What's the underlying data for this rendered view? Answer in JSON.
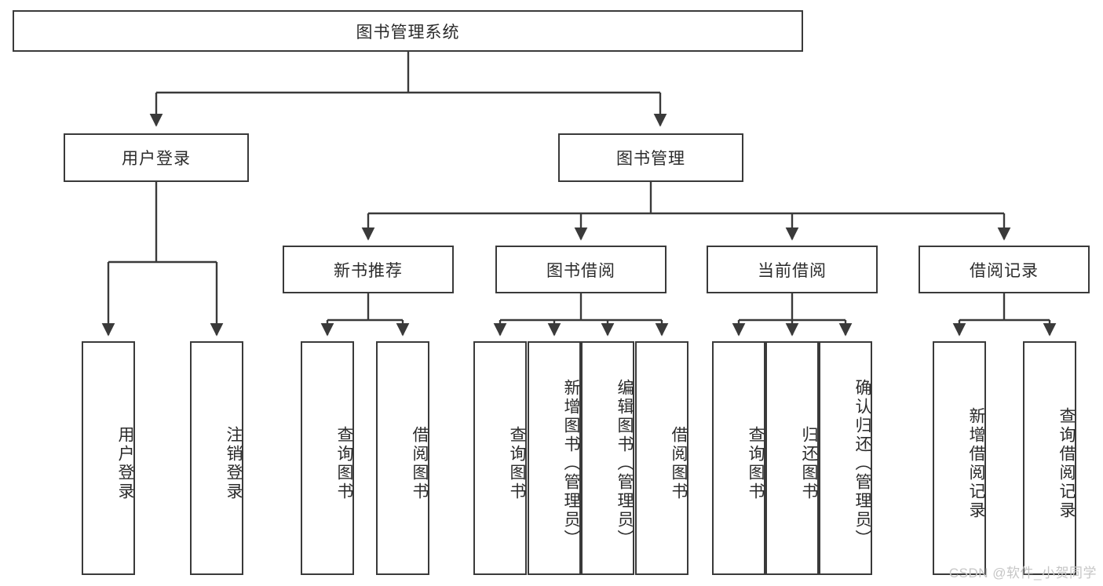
{
  "diagram": {
    "type": "tree",
    "title": "图书管理系统",
    "root": {
      "id": "root",
      "label": "图书管理系统"
    },
    "level1": [
      {
        "id": "user-login",
        "label": "用户登录"
      },
      {
        "id": "book-manage",
        "label": "图书管理"
      }
    ],
    "level2": [
      {
        "id": "new-book-rec",
        "label": "新书推荐",
        "parent": "book-manage"
      },
      {
        "id": "book-borrow",
        "label": "图书借阅",
        "parent": "book-manage"
      },
      {
        "id": "current-borrow",
        "label": "当前借阅",
        "parent": "book-manage"
      },
      {
        "id": "borrow-record",
        "label": "借阅记录",
        "parent": "book-manage"
      }
    ],
    "leaves": [
      {
        "id": "leaf-user-login",
        "label": "用户登录",
        "parent": "user-login"
      },
      {
        "id": "leaf-user-logout",
        "label": "注销登录",
        "parent": "user-login"
      },
      {
        "id": "leaf-query-book-1",
        "label": "查询图书",
        "parent": "new-book-rec"
      },
      {
        "id": "leaf-borrow-book-1",
        "label": "借阅图书",
        "parent": "new-book-rec"
      },
      {
        "id": "leaf-query-book-2",
        "label": "查询图书",
        "parent": "book-borrow"
      },
      {
        "id": "leaf-add-book",
        "label": "新增图书（管理员）",
        "parent": "book-borrow"
      },
      {
        "id": "leaf-edit-book",
        "label": "编辑图书（管理员）",
        "parent": "book-borrow"
      },
      {
        "id": "leaf-borrow-book-2",
        "label": "借阅图书",
        "parent": "book-borrow"
      },
      {
        "id": "leaf-query-book-3",
        "label": "查询图书",
        "parent": "current-borrow"
      },
      {
        "id": "leaf-return-book",
        "label": "归还图书",
        "parent": "current-borrow"
      },
      {
        "id": "leaf-confirm-return",
        "label": "确认归还（管理员）",
        "parent": "current-borrow"
      },
      {
        "id": "leaf-add-record",
        "label": "新增借阅记录",
        "parent": "borrow-record"
      },
      {
        "id": "leaf-query-record",
        "label": "查询借阅记录",
        "parent": "borrow-record"
      }
    ],
    "colors": {
      "stroke": "#3a3a3a",
      "text": "#2b2b2b",
      "background": "#ffffff",
      "watermark": "#c6c6c6"
    }
  },
  "watermark": {
    "text": "CSDN @软件_小贺同学"
  }
}
